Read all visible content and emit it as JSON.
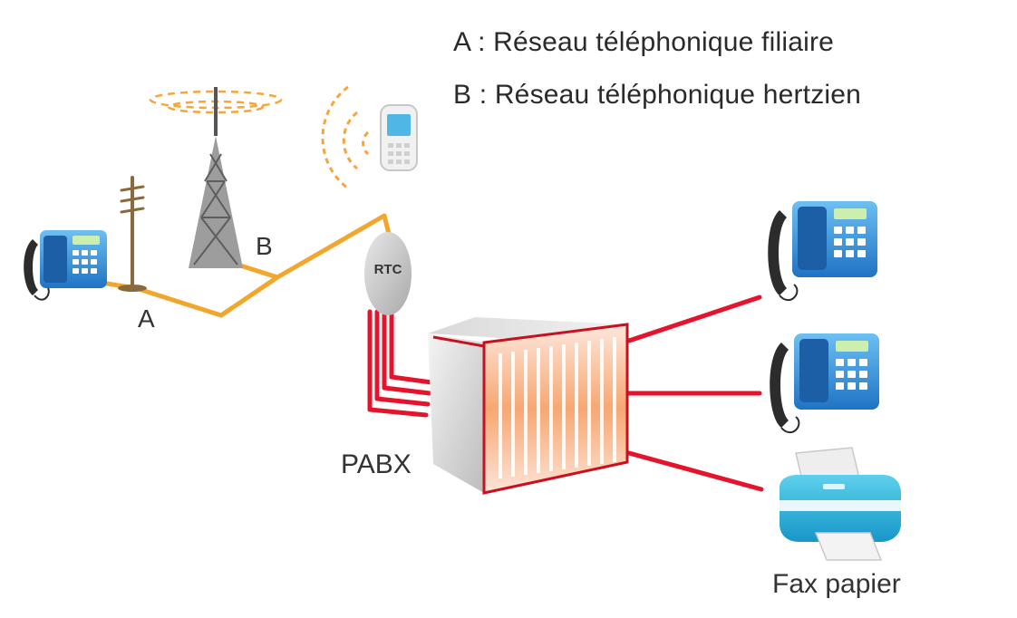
{
  "legend": {
    "a": "A : Réseau téléphonique filiaire",
    "b": "B : Réseau téléphonique hertzien"
  },
  "labels": {
    "a": "A",
    "b": "B",
    "rtc": "RTC",
    "pabx": "PABX",
    "fax": "Fax papier"
  },
  "colors": {
    "wired_line": "#f2a62b",
    "internal_line": "#e3142c",
    "phone_blue": "#2f8fd8",
    "signal_orange": "#f6a53a"
  },
  "icons": [
    "desk-phone-icon",
    "telephone-pole-icon",
    "radio-tower-icon",
    "mobile-phone-icon",
    "rtc-cloud-icon",
    "pabx-cabinet-icon",
    "fax-printer-icon"
  ]
}
